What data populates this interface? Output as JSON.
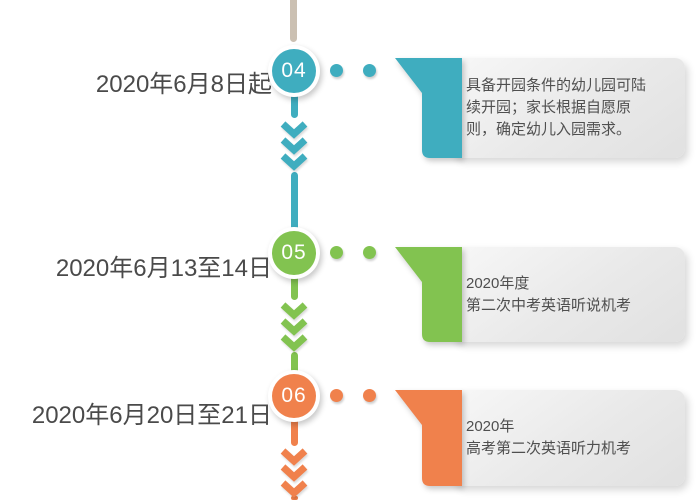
{
  "axis": {
    "top_line_color": "#cbc0b2"
  },
  "timeline": {
    "items": [
      {
        "number": "04",
        "color": "#3fadbf",
        "date": "2020年6月8日起",
        "card_text": "具备开园条件的幼儿园可陆\n续开园；家长根据自愿原\n则，确定幼儿入园需求。"
      },
      {
        "number": "05",
        "color": "#82c350",
        "date": "2020年6月13至14日",
        "card_text": "2020年度\n第二次中考英语听说机考"
      },
      {
        "number": "06",
        "color": "#f0814c",
        "date": "2020年6月20日至21日",
        "card_text": "2020年\n高考第二次英语听力机考"
      }
    ]
  }
}
